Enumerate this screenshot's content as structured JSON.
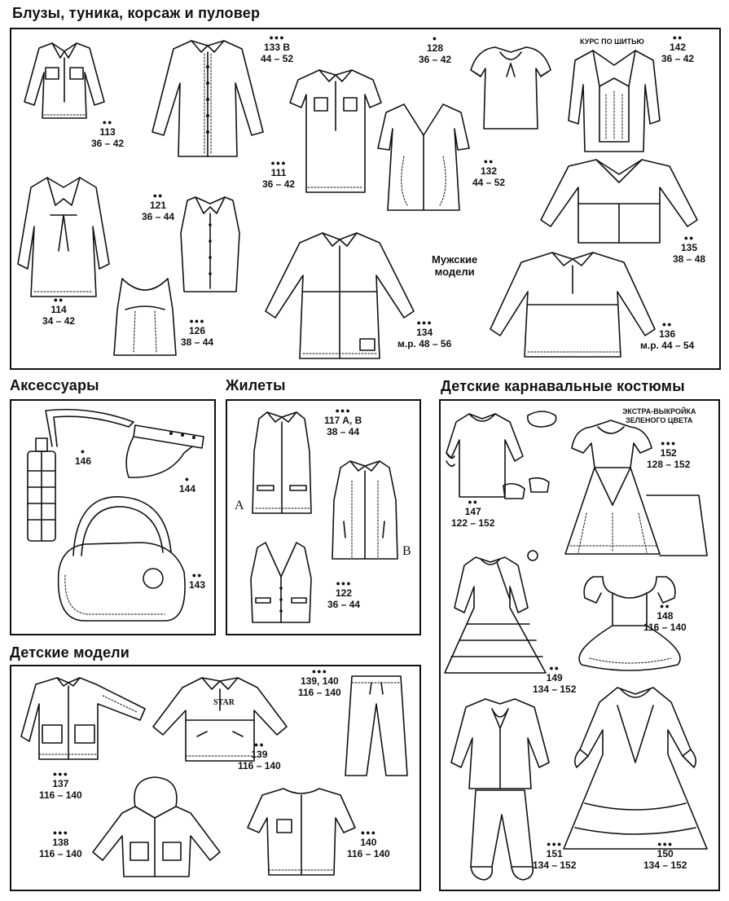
{
  "sections": {
    "blouses": "Блузы, туника, корсаж и пуловер",
    "accessories": "Аксессуары",
    "vests": "Жилеты",
    "carnival": "Детские карнавальные костюмы",
    "kids": "Детские модели"
  },
  "notes": {
    "course": "КУРС ПО ШИТЬЮ",
    "mens_line1": "Мужские",
    "mens_line2": "модели",
    "extra_line1": "ЭКСТРА-ВЫКРОЙКА",
    "extra_line2": "ЗЕЛЕНОГО ЦВЕТА"
  },
  "models": {
    "m113": {
      "dots": "●●",
      "number": "113",
      "sizes": "36 – 42"
    },
    "m133": {
      "dots": "●●●",
      "number": "133 B",
      "sizes": "44 – 52"
    },
    "m128": {
      "dots": "●",
      "number": "128",
      "sizes": "36 – 42"
    },
    "m142": {
      "dots": "●●",
      "number": "142",
      "sizes": "36 – 42"
    },
    "m111": {
      "dots": "●●●",
      "number": "111",
      "sizes": "36 – 42"
    },
    "m132": {
      "dots": "●●",
      "number": "132",
      "sizes": "44 – 52"
    },
    "m121": {
      "dots": "●●",
      "number": "121",
      "sizes": "36 – 44"
    },
    "m135": {
      "dots": "●●",
      "number": "135",
      "sizes": "38 – 48"
    },
    "m114": {
      "dots": "●●",
      "number": "114",
      "sizes": "34 – 42"
    },
    "m126": {
      "dots": "●●●",
      "number": "126",
      "sizes": "38 – 44"
    },
    "m134": {
      "dots": "●●●",
      "number": "134",
      "sizes": "м.р. 48 – 56"
    },
    "m136": {
      "dots": "●●",
      "number": "136",
      "sizes": "м.р. 44 – 54"
    },
    "m146": {
      "dots": "●",
      "number": "146"
    },
    "m144": {
      "dots": "●",
      "number": "144"
    },
    "m143": {
      "dots": "●●",
      "number": "143"
    },
    "m117": {
      "dots": "●●●",
      "number": "117 A, B",
      "sizes": "38 – 44"
    },
    "m122": {
      "dots": "●●●",
      "number": "122",
      "sizes": "36 – 44"
    },
    "m147": {
      "dots": "●●",
      "number": "147",
      "sizes": "122 – 152"
    },
    "m152": {
      "dots": "●●●",
      "number": "152",
      "sizes": "128 – 152"
    },
    "m148": {
      "dots": "●●",
      "number": "148",
      "sizes": "116 – 140"
    },
    "m149": {
      "dots": "●●",
      "number": "149",
      "sizes": "134 – 152"
    },
    "m139140": {
      "dots": "●●●",
      "number": "139, 140",
      "sizes": "116 – 140"
    },
    "m139": {
      "dots": "●●",
      "number": "139",
      "sizes": "116 – 140"
    },
    "m137": {
      "dots": "●●●",
      "number": "137",
      "sizes": "116 – 140"
    },
    "m138": {
      "dots": "●●●",
      "number": "138",
      "sizes": "116 – 140"
    },
    "m140": {
      "dots": "●●●",
      "number": "140",
      "sizes": "116 – 140"
    },
    "m151": {
      "dots": "●●●",
      "number": "151",
      "sizes": "134 – 152"
    },
    "m150": {
      "dots": "●●●",
      "number": "150",
      "sizes": "134 – 152"
    }
  },
  "variant_letters": {
    "a": "A",
    "b": "B"
  },
  "prints": {
    "star": "STAR"
  }
}
